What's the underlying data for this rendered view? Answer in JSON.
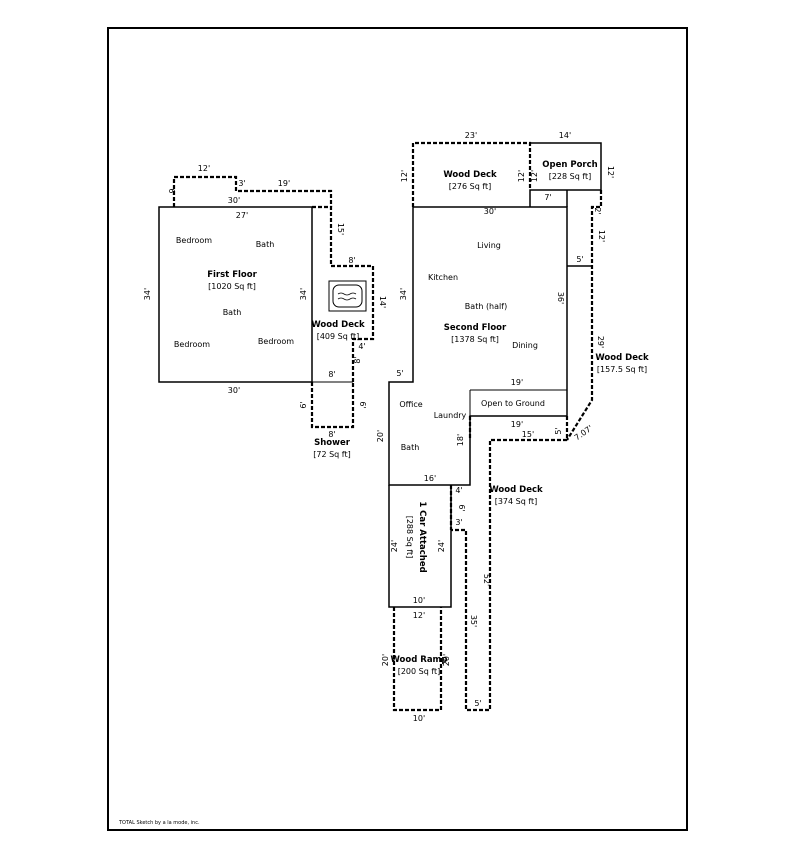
{
  "areas": {
    "first_floor": {
      "name": "First Floor",
      "area": "[1020 Sq ft]"
    },
    "second_floor": {
      "name": "Second Floor",
      "area": "[1378 Sq ft]"
    },
    "wood_deck_left": {
      "name": "Wood Deck",
      "area": "[409 Sq ft]"
    },
    "shower": {
      "name": "Shower",
      "area": "[72 Sq ft]"
    },
    "wood_deck_top": {
      "name": "Wood Deck",
      "area": "[276 Sq ft]"
    },
    "open_porch": {
      "name": "Open Porch",
      "area": "[228 Sq ft]"
    },
    "wood_deck_right": {
      "name": "Wood Deck",
      "area": "[157.5 Sq ft]"
    },
    "wood_deck_long": {
      "name": "Wood Deck",
      "area": "[374 Sq ft]"
    },
    "garage": {
      "name": "1 Car Attached",
      "area": "[288 Sq ft]"
    },
    "wood_ramp": {
      "name": "Wood Ramp",
      "area": "[200 Sq ft]"
    }
  },
  "rooms": {
    "bedroom_1": "Bedroom",
    "bath_1": "Bath",
    "bath_2": "Bath",
    "bedroom_2": "Bedroom",
    "bedroom_3": "Bedroom",
    "living": "Living",
    "kitchen": "Kitchen",
    "bath_half": "Bath (half)",
    "dining": "Dining",
    "office": "Office",
    "laundry": "Laundry",
    "bath_3": "Bath",
    "open_to_ground": "Open to Ground"
  },
  "dims": {
    "ff_top_12": "12'",
    "ff_left_6": "6'",
    "ff_3": "3'",
    "ff_19": "19'",
    "ff_30_top": "30'",
    "ff_27": "27'",
    "ff_15": "15'",
    "ff_34_left": "34'",
    "ff_34_right": "34'",
    "ff_30_bottom": "30'",
    "wd_8_top": "8'",
    "wd_14": "14'",
    "wd_4": "4'",
    "wd_8_side": "8'",
    "wd_8_bottom": "8'",
    "sh_6_left": "6'",
    "sh_6_right": "6'",
    "sh_8": "8'",
    "sf_23": "23'",
    "sf_14": "14'",
    "sf_12_left": "12'",
    "sf_12_a": "12'",
    "sf_12_b": "12'",
    "sf_12_porch": "12'",
    "sf_30": "30'",
    "sf_7": "7'",
    "sf_2": "2'",
    "sf_12_c": "12'",
    "sf_5_top": "5'",
    "sf_34": "34'",
    "sf_36": "36'",
    "sf_29": "29'",
    "sf_5_left": "5'",
    "sf_19_a": "19'",
    "sf_19_b": "19'",
    "sf_15": "15'",
    "sf_5_right": "5'",
    "sf_707": "7.07'",
    "sf_20": "20'",
    "sf_18": "18'",
    "sf_16": "16'",
    "sf_4": "4'",
    "sf_6": "6'",
    "sf_3": "3'",
    "sf_52": "52'",
    "ga_24_left": "24'",
    "ga_24_right": "24'",
    "ga_10": "10'",
    "wr_12": "12'",
    "wr_20_left": "20'",
    "wr_20_right": "20'",
    "wr_10": "10'",
    "wd_35": "35'",
    "wd_5_bottom": "5'"
  },
  "footer": "TOTAL Sketch by a la mode, inc."
}
